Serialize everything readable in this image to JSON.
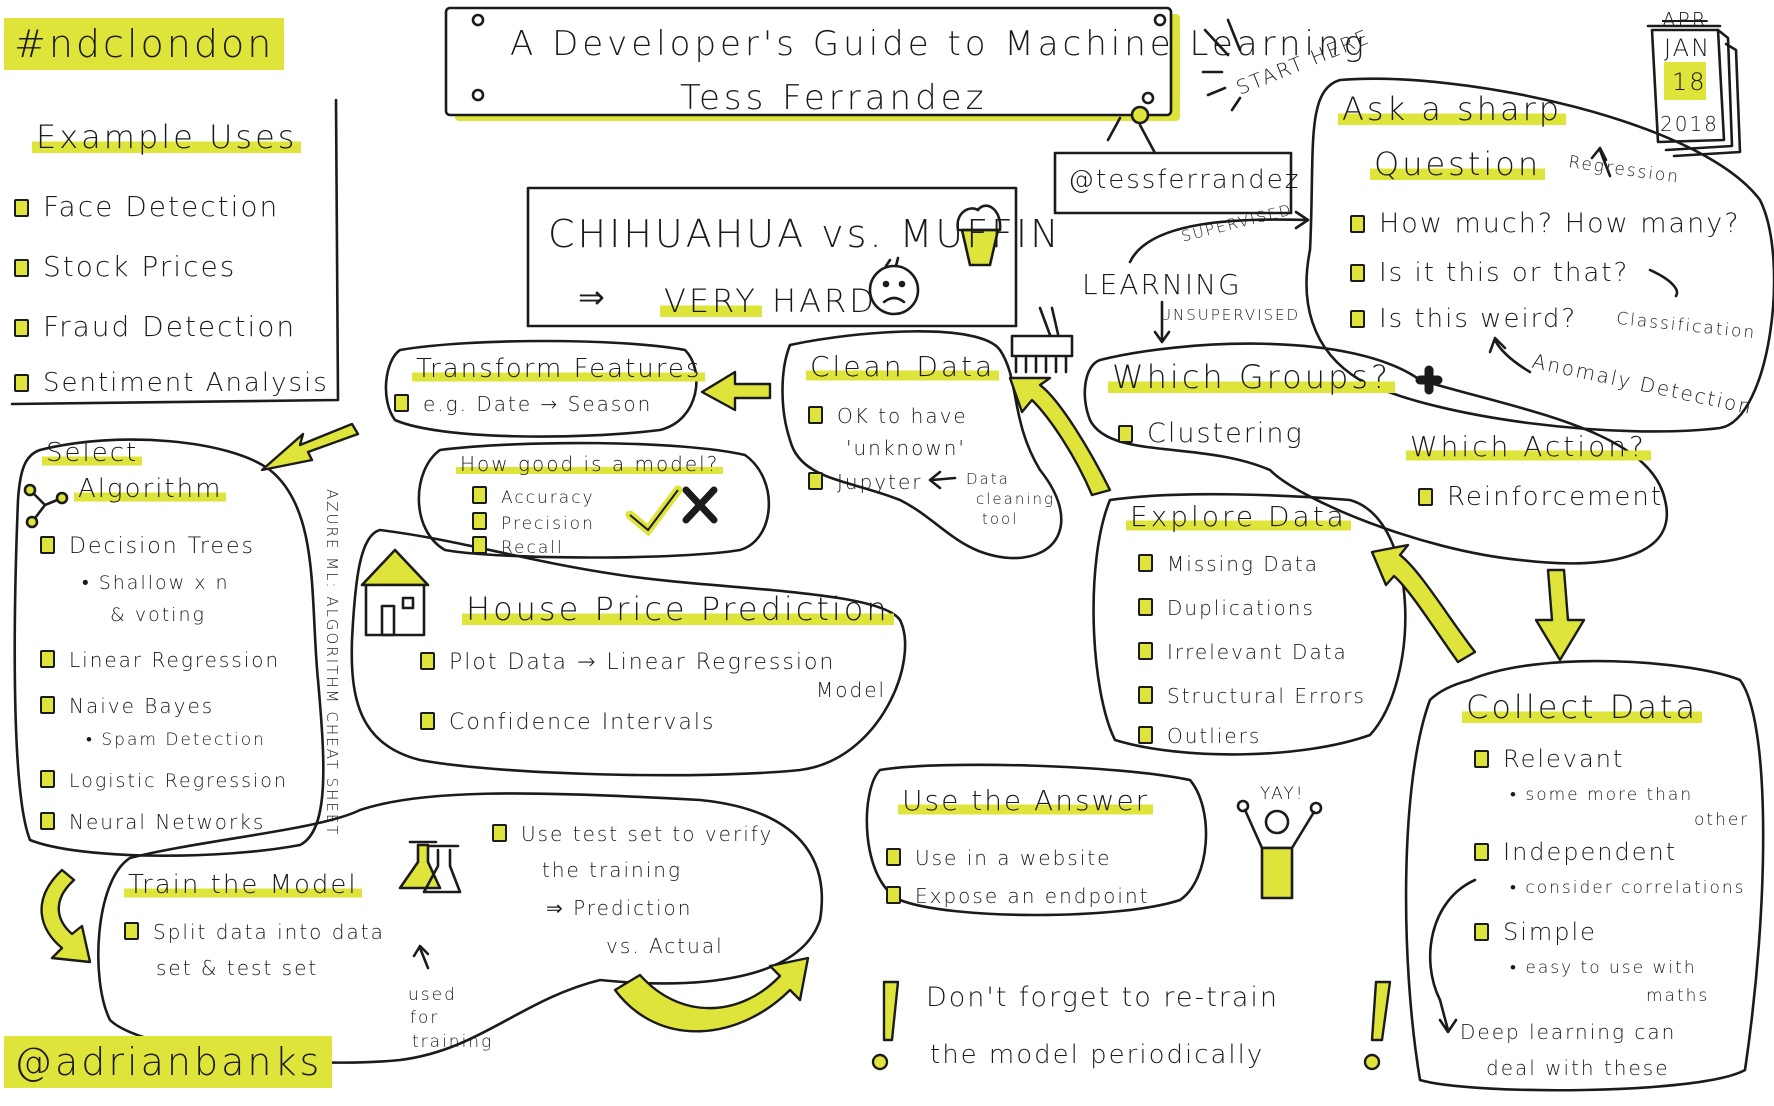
{
  "colors": {
    "highlight": "#dfe43b",
    "ink": "#1b1b1b",
    "background": "#ffffff"
  },
  "hashtag": "#ndclondon",
  "author_handle": "@adrianbanks",
  "header": {
    "title": "A Developer's Guide to Machine Learning",
    "speaker": "Tess Ferrandez",
    "speaker_handle": "@tessferrandez",
    "start_here": "START HERE"
  },
  "date": {
    "month_crossed": "APR",
    "month": "JAN",
    "day": "18",
    "year": "2018"
  },
  "example_uses": {
    "title": "Example Uses",
    "items": [
      "Face Detection",
      "Stock Prices",
      "Fraud Detection",
      "Sentiment Analysis"
    ]
  },
  "chihuahua": {
    "title": "CHIHUAHUA vs. MUFFIN",
    "arrow": "⇒",
    "verdict_very": "VERY",
    "verdict_hard": "HARD"
  },
  "ask_question": {
    "title_line1": "Ask a sharp",
    "title_line2": "Question",
    "regression": "Regression",
    "items": [
      "How much? How many?",
      "Is it this or that?",
      "Is this weird?"
    ],
    "classification": "Classification",
    "anomaly": "Anomaly Detection",
    "plus": "+"
  },
  "learning": {
    "label": "LEARNING",
    "supervised": "SUPERVISED",
    "unsupervised": "UNSUPERVISED"
  },
  "which_groups": {
    "title": "Which Groups?",
    "item": "Clustering"
  },
  "which_action": {
    "title": "Which Action?",
    "item": "Reinforcement"
  },
  "collect_data": {
    "title": "Collect Data",
    "relevant": "Relevant",
    "relevant_note_1": "some more than",
    "relevant_note_2": "other",
    "independent": "Independent",
    "independent_note": "consider correlations",
    "simple": "Simple",
    "simple_note_1": "easy to use with",
    "simple_note_2": "maths",
    "deep_1": "Deep learning can",
    "deep_2": "deal with these"
  },
  "explore_data": {
    "title": "Explore Data",
    "items": [
      "Missing Data",
      "Duplications",
      "Irrelevant Data",
      "Structural Errors",
      "Outliers"
    ]
  },
  "clean_data": {
    "title": "Clean Data",
    "item1_line1": "OK to have",
    "item1_line2": "'unknown'",
    "item2": "Jupyter",
    "tool_1": "Data",
    "tool_2": "cleaning",
    "tool_3": "tool"
  },
  "transform": {
    "title": "Transform Features",
    "example": "e.g. Date → Season"
  },
  "model_quality": {
    "title": "How good is a model?",
    "items": [
      "Accuracy",
      "Precision",
      "Recall"
    ]
  },
  "house_price": {
    "title": "House Price Prediction",
    "item1": "Plot Data → Linear Regression",
    "item1_cont": "Model",
    "item2": "Confidence Intervals"
  },
  "select_algorithm": {
    "title_line1": "Select",
    "title_line2": "Algorithm",
    "decision_trees": "Decision Trees",
    "dt_note_1": "Shallow x n",
    "dt_note_2": "& voting",
    "linear": "Linear Regression",
    "naive": "Naive Bayes",
    "naive_note": "Spam Detection",
    "logistic": "Logistic Regression",
    "neural": "Neural Networks",
    "side_note": "AZURE ML: ALGORITHM CHEAT SHEET"
  },
  "train_model": {
    "title": "Train the Model",
    "split_1": "Split data into data",
    "split_2": "set & test set",
    "used_1": "used",
    "used_2": "for",
    "used_3": "training",
    "test_1": "Use test set to verify",
    "test_2": "the training",
    "test_3": "⇒ Prediction",
    "test_4": "vs. Actual"
  },
  "use_answer": {
    "title": "Use the Answer",
    "items": [
      "Use in a website",
      "Expose an endpoint"
    ],
    "yay": "YAY!"
  },
  "retrain": {
    "line1": "Don't forget to re-train",
    "line2": "the model periodically"
  }
}
